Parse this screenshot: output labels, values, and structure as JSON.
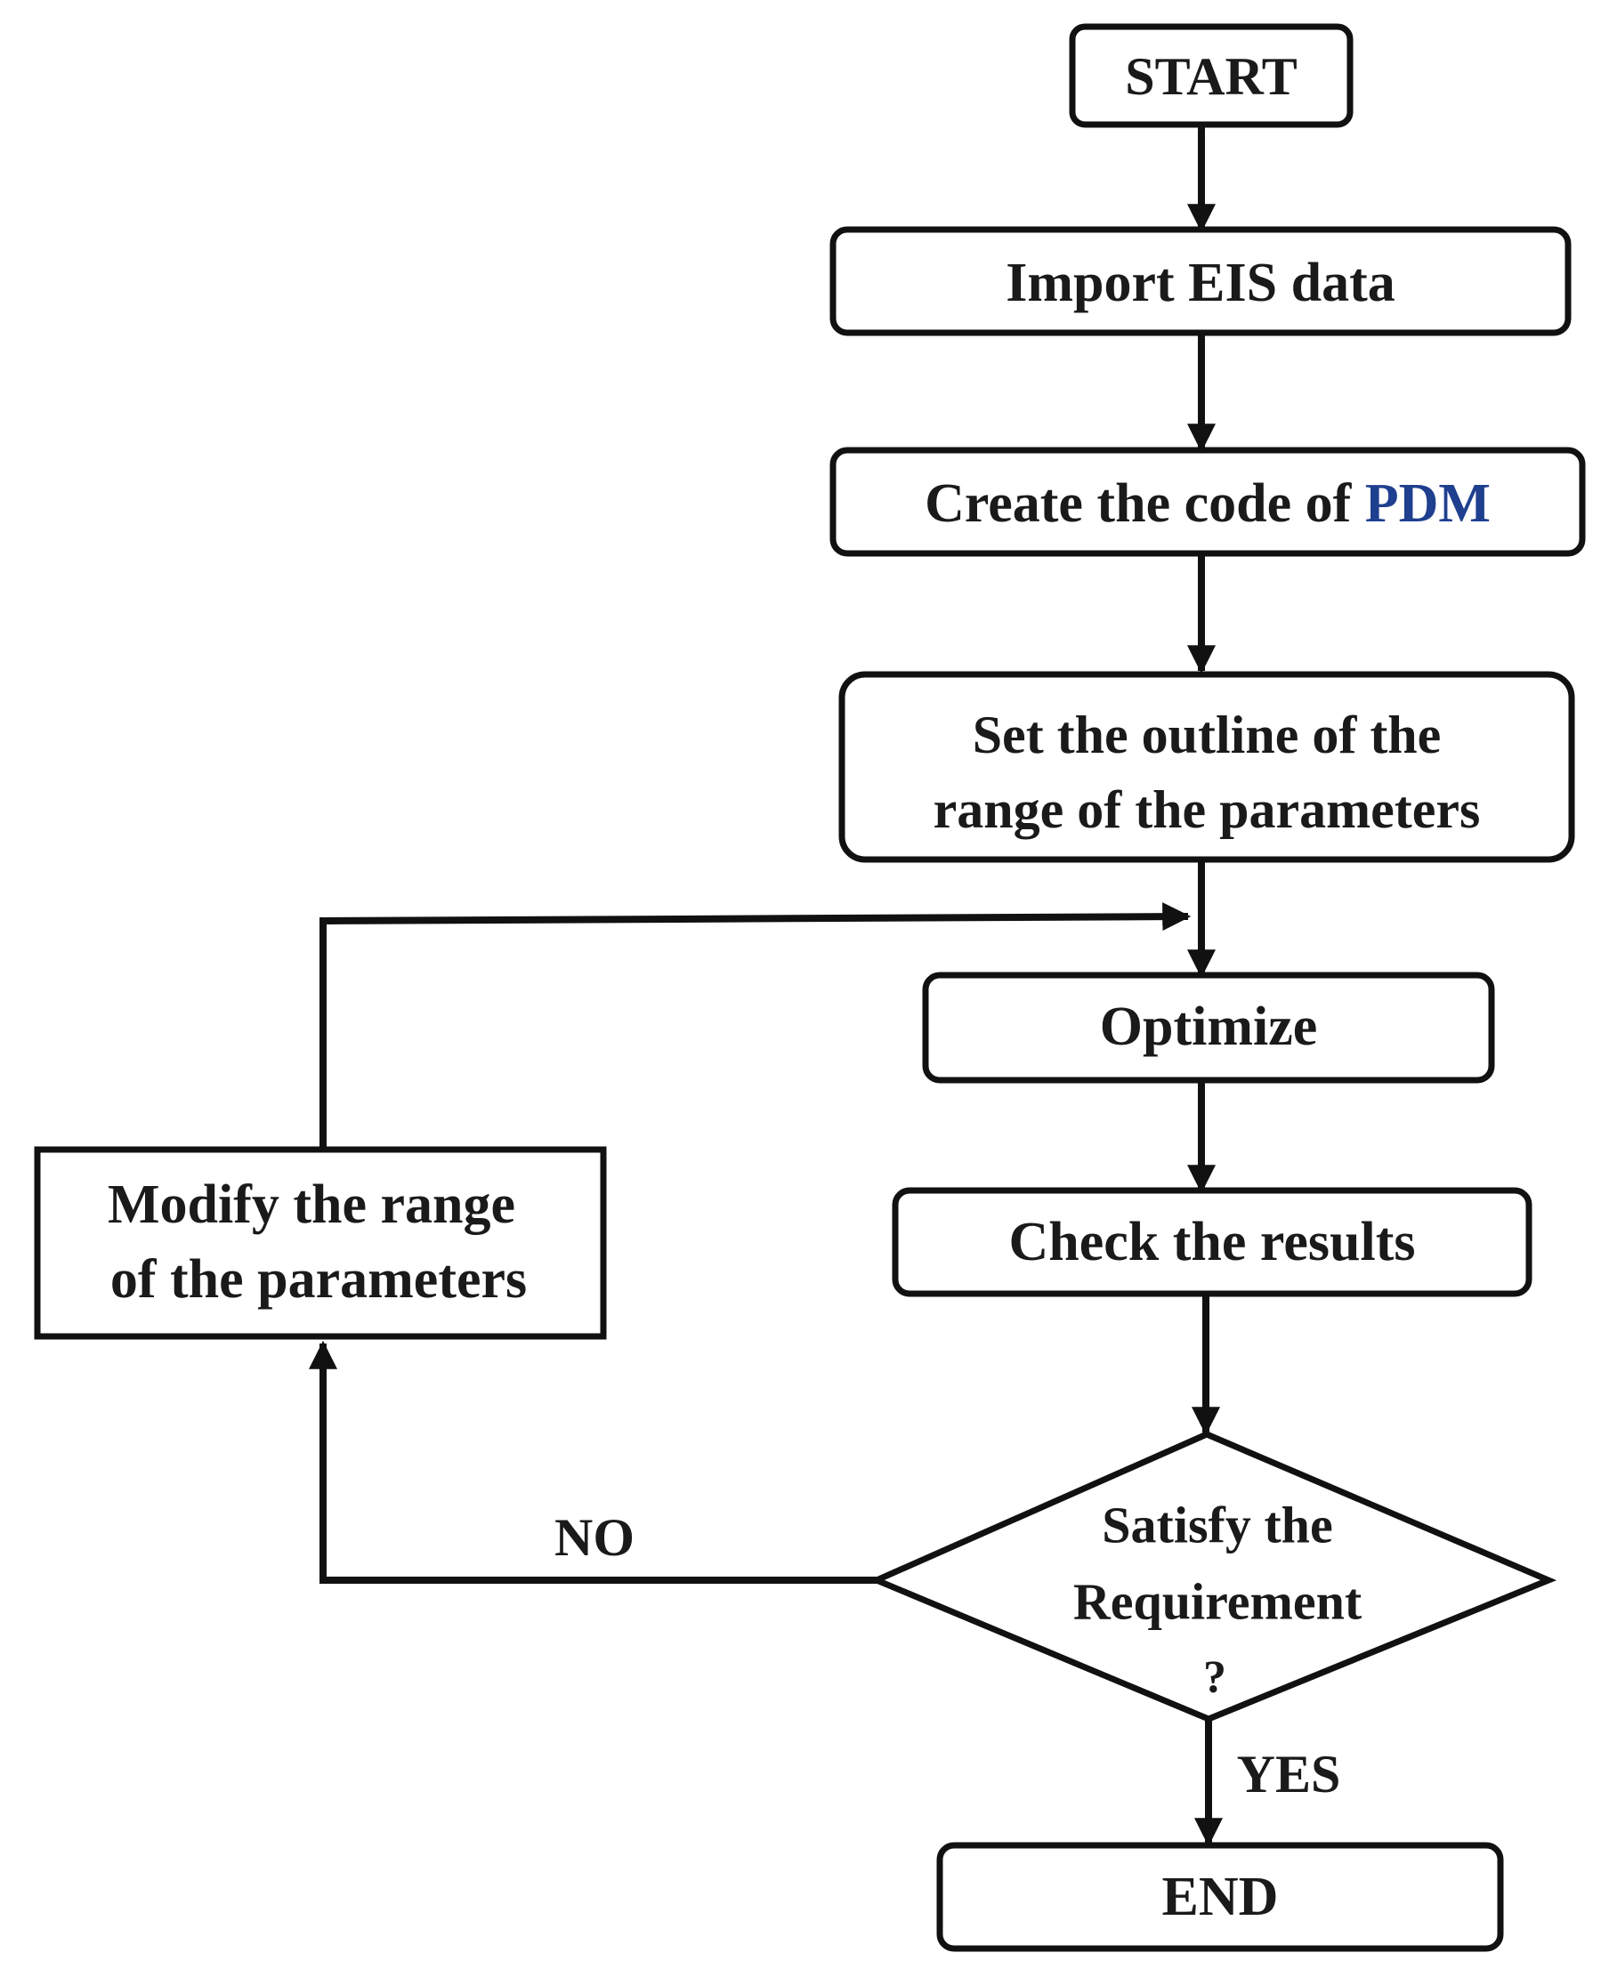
{
  "nodes": {
    "start": "START",
    "import": "Import EIS data",
    "create_prefix": "Create the code of ",
    "create_highlight": "PDM",
    "set_line1": "Set the outline of the",
    "set_line2": "range of the parameters",
    "optimize": "Optimize",
    "check": "Check the results",
    "decision_line1": "Satisfy the",
    "decision_line2": "Requirement",
    "decision_line3": "?",
    "modify_line1": "Modify the range",
    "modify_line2": "of the parameters",
    "end": "END"
  },
  "edges": {
    "no_label": "NO",
    "yes_label": "YES"
  },
  "colors": {
    "highlight": "#1f3f8f"
  }
}
